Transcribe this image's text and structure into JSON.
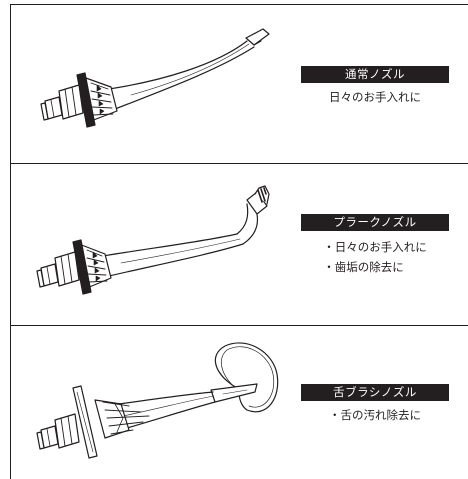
{
  "panels": [
    {
      "name": "通常ノズル",
      "descriptions": [
        "日々のお手入れに"
      ],
      "icon": "standard-nozzle-icon"
    },
    {
      "name": "プラークノズル",
      "descriptions": [
        "・日々のお手入れに",
        "・歯垢の除去に"
      ],
      "icon": "plaque-nozzle-icon"
    },
    {
      "name": "舌ブラシノズル",
      "descriptions": [
        "・舌の汚れ除去に"
      ],
      "icon": "tongue-brush-nozzle-icon"
    }
  ],
  "colors": {
    "ink": "#231f20",
    "line": "#1e1e1e",
    "background": "#ffffff"
  }
}
